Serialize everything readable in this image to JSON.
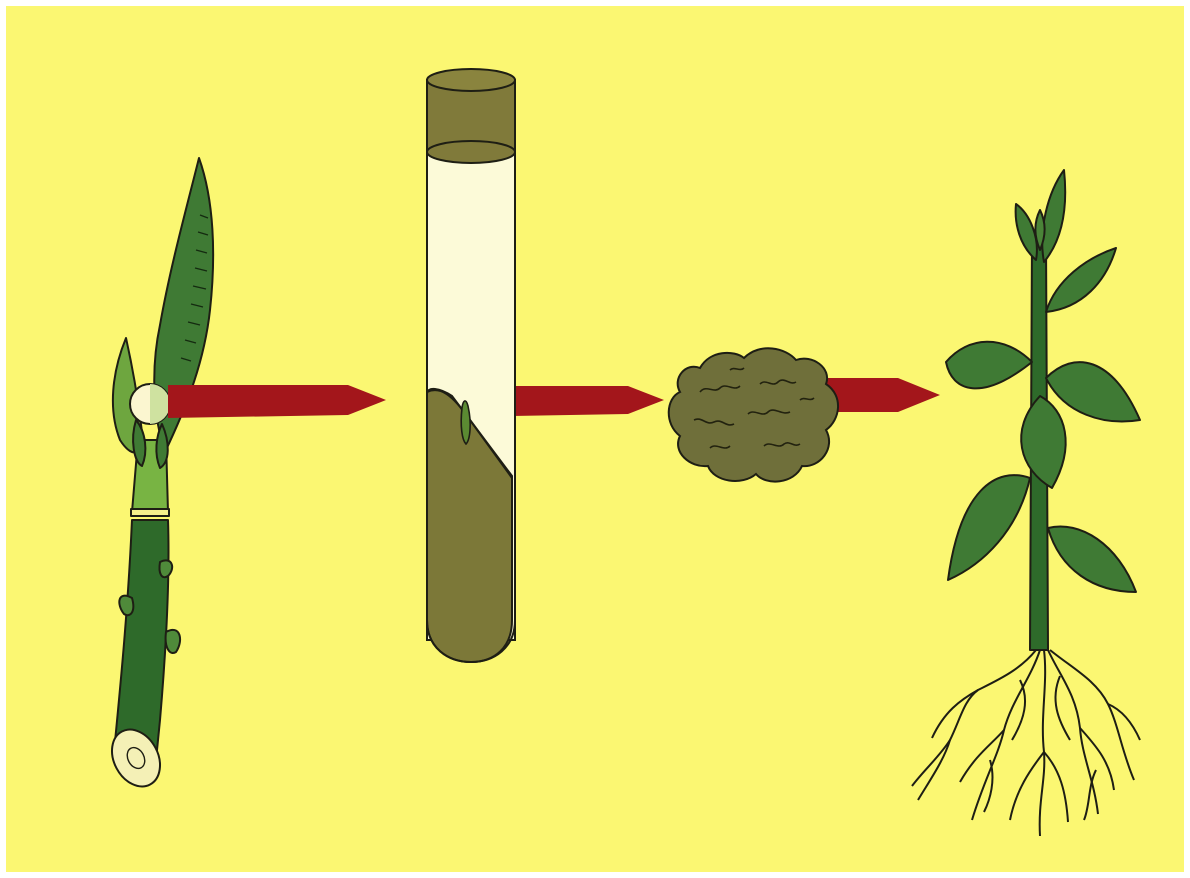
{
  "diagram": {
    "stages": [
      {
        "id": "shoot-cutting",
        "icon": "plant-shoot-cutting-icon"
      },
      {
        "id": "culture-tube",
        "icon": "test-tube-explant-icon"
      },
      {
        "id": "callus",
        "icon": "callus-mass-icon"
      },
      {
        "id": "regenerated-plant",
        "icon": "rooted-plant-icon"
      }
    ],
    "arrows": 3
  },
  "colors": {
    "background": "#fbf772",
    "leaf_green": "#3f7a34",
    "stem_green": "#2e6a2a",
    "light_green": "#78b443",
    "olive_medium": "#7c7838",
    "olive_cap": "#807a3a",
    "callus": "#6f6f3a",
    "arrow_red": "#a3161b",
    "outline": "#1e1e14"
  }
}
